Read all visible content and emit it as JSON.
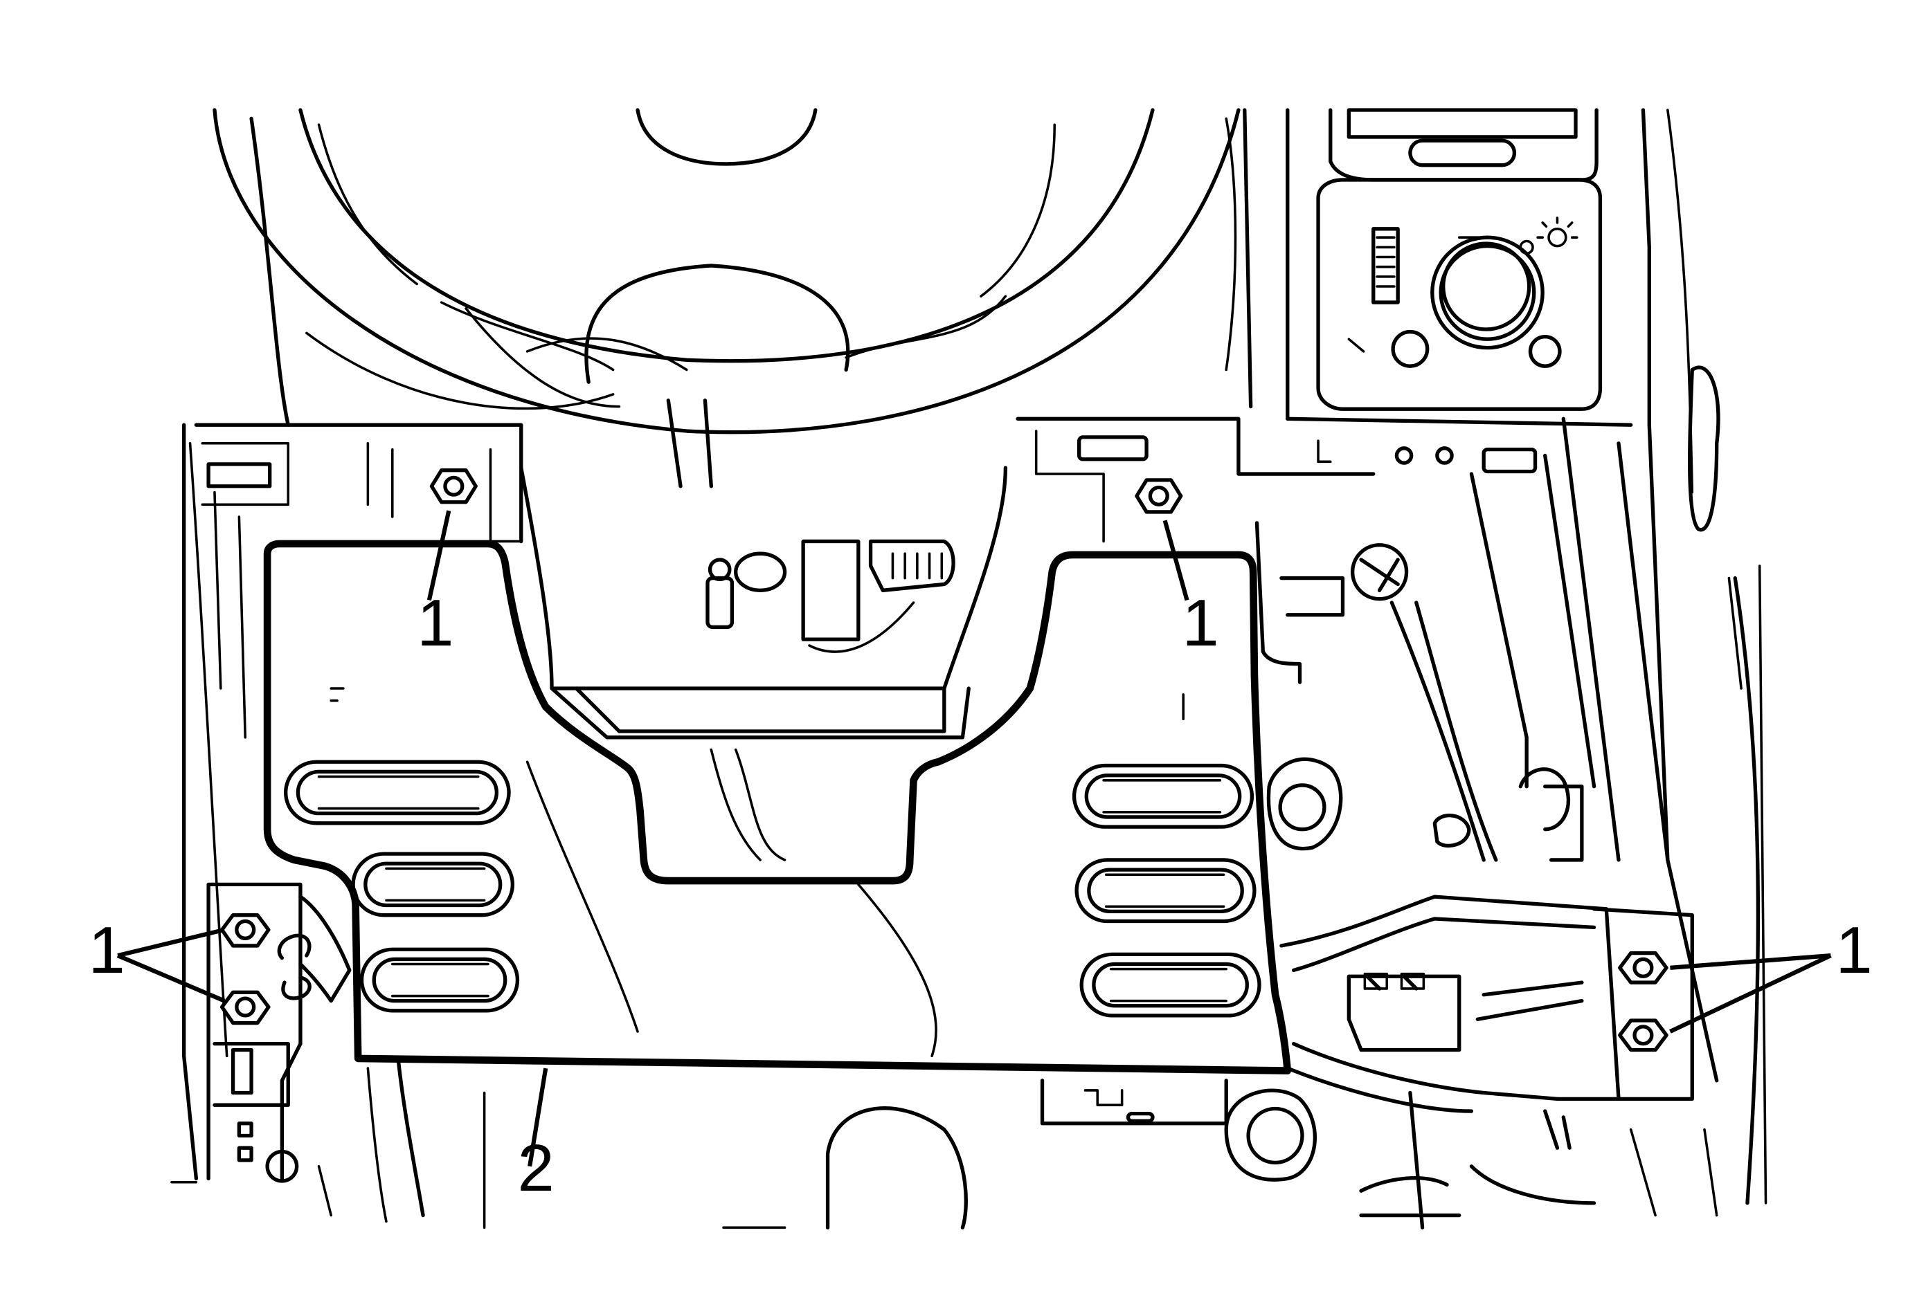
{
  "callouts": {
    "nut_upper_left": "1",
    "nut_upper_right": "1",
    "nuts_left_pair": "1",
    "nuts_right_pair": "1",
    "knee_bolster_panel": "2"
  }
}
